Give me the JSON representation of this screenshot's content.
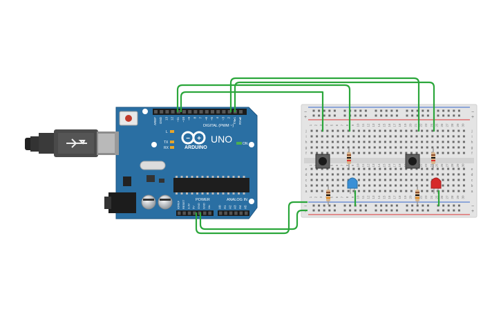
{
  "board": {
    "brand": "ARDUINO",
    "model": "UNO",
    "digital_header": "DIGITAL (PWM ~)",
    "analog_header": "ANALOG IN",
    "power_header": "POWER",
    "led_l": "L",
    "led_tx": "TX",
    "led_rx": "RX",
    "led_on": "ON",
    "digital_pins": [
      "AREF",
      "GND",
      "13",
      "12",
      "~11",
      "~10",
      "~9",
      "8",
      "7",
      "~6",
      "~5",
      "4",
      "~3",
      "2",
      "TX▸1",
      "RX◂0"
    ],
    "power_pins": [
      "IOREF",
      "RESET",
      "3.3V",
      "5V",
      "GND",
      "GND",
      "Vin"
    ],
    "analog_pins": [
      "A0",
      "A1",
      "A2",
      "A3",
      "A4",
      "A5"
    ]
  },
  "breadboard": {
    "row_letters_top": [
      "j",
      "i",
      "h",
      "g",
      "f"
    ],
    "row_letters_bottom": [
      "e",
      "d",
      "c",
      "b",
      "a"
    ],
    "column_numbers": [
      "1",
      "2",
      "3",
      "4",
      "5",
      "6",
      "7",
      "8",
      "9",
      "10",
      "11",
      "12",
      "13",
      "14",
      "15",
      "16",
      "17",
      "18",
      "19",
      "20",
      "21",
      "22",
      "23",
      "24",
      "25",
      "26",
      "27",
      "28",
      "29",
      "30"
    ],
    "rail_minus": "−",
    "rail_plus": "+"
  },
  "colors": {
    "wire": "#2aa63a",
    "board": "#2a6fa3",
    "breadboard": "#e4e4e4",
    "rail_red": "#d33",
    "rail_blue": "#36c",
    "led_blue": "#3a8fd6",
    "led_red": "#d62a2a"
  },
  "components": {
    "buttons": 2,
    "resistors": 4,
    "leds": [
      "blue",
      "red"
    ]
  }
}
